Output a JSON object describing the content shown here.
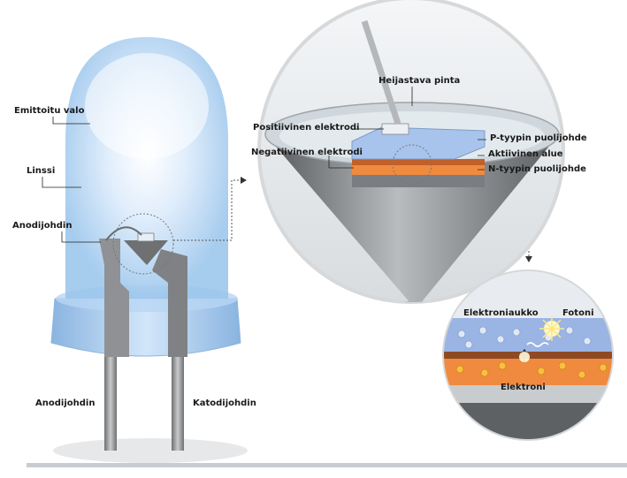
{
  "labels": {
    "emitted_light": "Emittoitu valo",
    "lens": "Linssi",
    "anode_wire": "Anodijohdin",
    "anode_lead": "Anodijohdin",
    "cathode_lead": "Katodijohdin",
    "reflective_surface": "Heijastava pinta",
    "positive_electrode": "Positiivinen elektrodi",
    "negative_electrode": "Negatiivinen elektrodi",
    "p_type": "P-tyypin puolijohde",
    "active_region": "Aktiivinen alue",
    "n_type": "N-tyypin puolijohde",
    "hole": "Elektroniaukko",
    "photon": "Fotoni",
    "electron": "Elektroni"
  },
  "colors": {
    "lens_blue": "#9cc6ec",
    "glow": "#e6f2ff",
    "lead_gray": "#8a8c8e",
    "p_layer": "#a8c4ec",
    "active_layer": "#c96a2c",
    "n_layer": "#f08a3e",
    "cone_gray": "#6e7072"
  }
}
